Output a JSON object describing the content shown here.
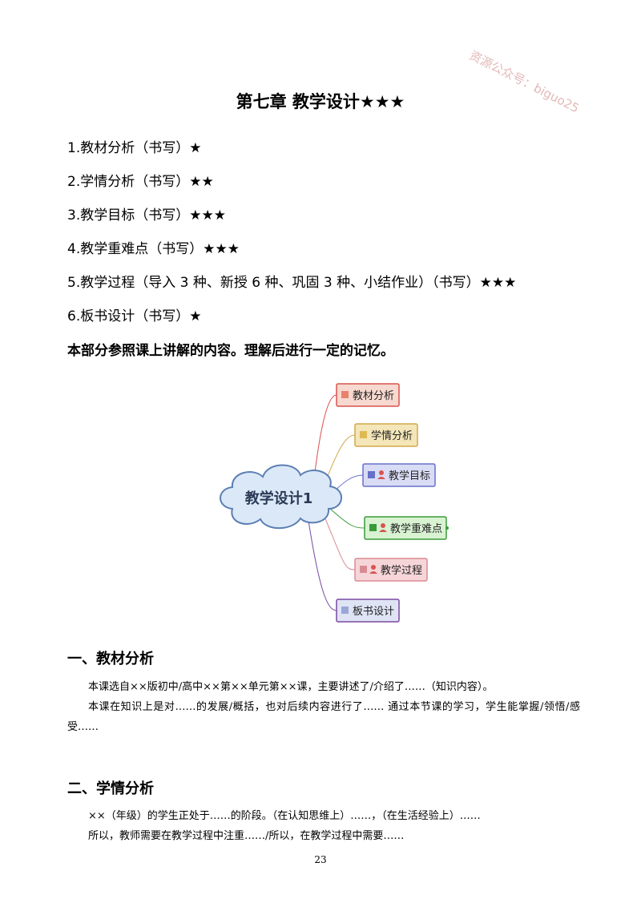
{
  "watermark": "资源公众号：biguo25",
  "title": "第七章  教学设计★★★",
  "toc": [
    {
      "text": "1.教材分析（书写）",
      "stars": "★"
    },
    {
      "text": "2.学情分析（书写）",
      "stars": "★★"
    },
    {
      "text": "3.教学目标（书写）",
      "stars": "★★★"
    },
    {
      "text": "4.教学重难点（书写）",
      "stars": "★★★"
    },
    {
      "text": "5.教学过程（导入 3 种、新授 6 种、巩固 3 种、小结作业）（书写）",
      "stars": "★★★"
    },
    {
      "text": "6.板书设计（书写）",
      "stars": "★"
    }
  ],
  "intro": "本部分参照课上讲解的内容。理解后进行一定的记忆。",
  "mindmap": {
    "center": "教学设计1",
    "nodes": [
      {
        "num": "1",
        "label": "教材分析",
        "fill": "#f7d9cf",
        "stroke": "#d9534f",
        "person": false
      },
      {
        "num": "2",
        "label": "学情分析",
        "fill": "#f4e6b8",
        "stroke": "#d1a94a",
        "person": false
      },
      {
        "num": "3",
        "label": "教学目标",
        "fill": "#d9dcf5",
        "stroke": "#6670c9",
        "person": true
      },
      {
        "num": "4",
        "label": "教学重难点",
        "fill": "#d8f2d2",
        "stroke": "#3a9a3a",
        "person": true
      },
      {
        "num": "5",
        "label": "教学过程",
        "fill": "#f6d5d8",
        "stroke": "#d98b93",
        "person": true
      },
      {
        "num": "6",
        "label": "板书设计",
        "fill": "#dfe4f5",
        "stroke": "#7a4aa0",
        "person": false
      }
    ]
  },
  "section1": {
    "heading": "一、教材分析",
    "p1": "本课选自××版初中/高中××第××单元第××课，主要讲述了/介绍了……（知识内容）。",
    "p2": "本课在知识上是对……的发展/概括，也对后续内容进行了……  通过本节课的学习，学生能掌握/领悟/感受……"
  },
  "section2": {
    "heading": "二、学情分析",
    "p1": "××（年级）的学生正处于……的阶段。（在认知思维上）……，（在生活经验上）……",
    "p2": "所以，教师需要在教学过程中注重……/所以，在教学过程中需要……"
  },
  "page_number": "23"
}
